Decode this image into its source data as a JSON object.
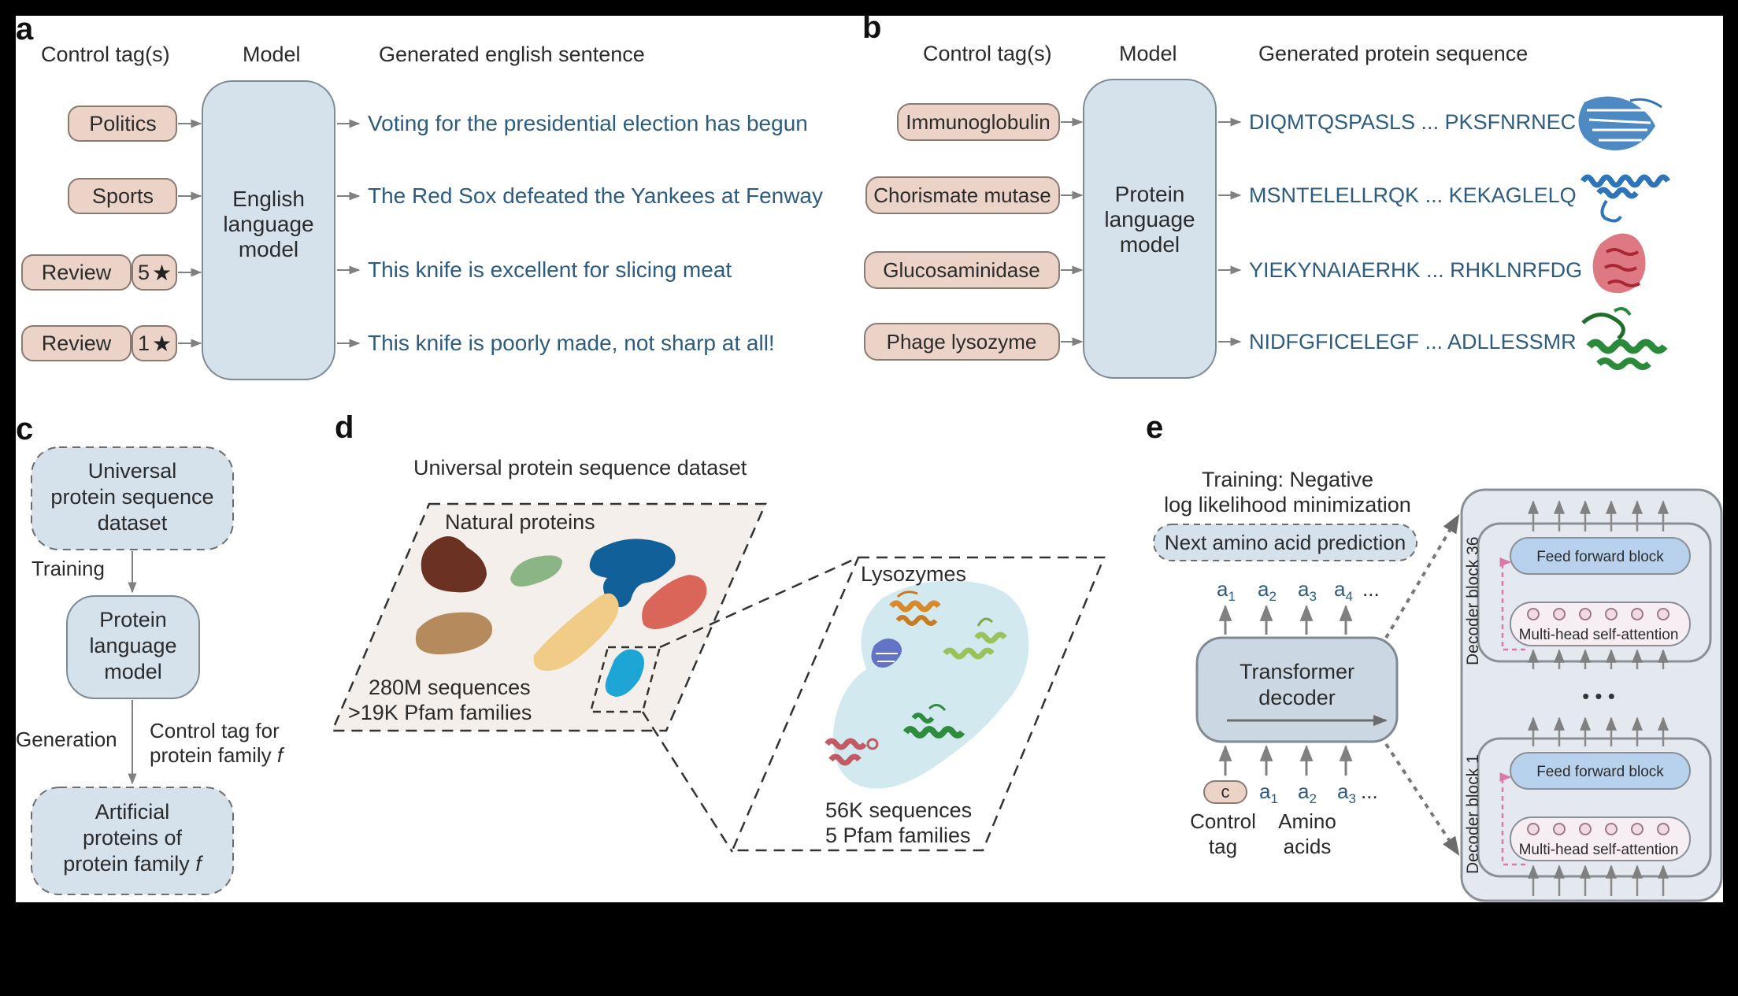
{
  "colors": {
    "panel_bg": "#ffffff",
    "tag_fill": "#ecd3c7",
    "model_fill": "#d5e2ec",
    "text_blue": "#2d5c7f",
    "pink_dash": "#d97aa8"
  },
  "panel_a": {
    "letter": "a",
    "hdr_tags": "Control tag(s)",
    "hdr_model": "Model",
    "hdr_output": "Generated english sentence",
    "model_line1": "English",
    "model_line2": "language",
    "model_line3": "model",
    "rows": [
      {
        "tag": "Politics",
        "rating": "",
        "output": "Voting for the presidential election has begun"
      },
      {
        "tag": "Sports",
        "rating": "",
        "output": "The Red Sox defeated the Yankees at Fenway"
      },
      {
        "tag": "Review",
        "rating": "5",
        "output": "This knife is excellent for slicing meat"
      },
      {
        "tag": "Review",
        "rating": "1",
        "output": "This knife is poorly made, not sharp at all!"
      }
    ]
  },
  "panel_b": {
    "letter": "b",
    "hdr_tags": "Control tag(s)",
    "hdr_model": "Model",
    "hdr_output": "Generated protein sequence",
    "model_line1": "Protein",
    "model_line2": "language",
    "model_line3": "model",
    "rows": [
      {
        "tag": "Immunoglobulin",
        "output": "DIQMTQSPASLS ... PKSFNRNEC",
        "structure_icon": "blue-sheet-structure-icon"
      },
      {
        "tag": "Chorismate mutase",
        "output": "MSNTELELLRQK ... KEKAGLELQ",
        "structure_icon": "blue-helix-structure-icon"
      },
      {
        "tag": "Glucosaminidase",
        "output": "YIEKYNAIAERHK ... RHKLNRFDG",
        "structure_icon": "red-structure-icon"
      },
      {
        "tag": "Phage lysozyme",
        "output": "NIDFGFICELEGF ... ADLLESSMR",
        "structure_icon": "green-structure-icon"
      }
    ]
  },
  "panel_c": {
    "letter": "c",
    "box1": [
      "Universal",
      "protein sequence",
      "dataset"
    ],
    "training": "Training",
    "box2": [
      "Protein",
      "language",
      "model"
    ],
    "generation": "Generation",
    "control_line1": "Control tag for",
    "control_line2": "protein family ",
    "control_f": "f",
    "box3_line1": "Artificial",
    "box3_line2": "proteins of",
    "box3_line3": "protein family ",
    "box3_f": "f"
  },
  "panel_d": {
    "letter": "d",
    "title": "Universal protein sequence dataset",
    "natural": "Natural proteins",
    "seq_line1": "280M sequences",
    "seq_line2": ">19K Pfam families",
    "lysozymes": "Lysozymes",
    "lys_line1": "56K sequences",
    "lys_line2": "5 Pfam families"
  },
  "panel_e": {
    "letter": "e",
    "training_line1": "Training: Negative",
    "training_line2": "log likelihood minimization",
    "next_pred": "Next amino acid prediction",
    "out_tokens": [
      "a",
      "a",
      "a",
      "a"
    ],
    "out_subs": [
      "1",
      "2",
      "3",
      "4"
    ],
    "ellipsis": "...",
    "transformer_line1": "Transformer",
    "transformer_line2": "decoder",
    "control_token": "c",
    "in_tokens": [
      "a",
      "a",
      "a"
    ],
    "in_subs": [
      "1",
      "2",
      "3"
    ],
    "control_label1": "Control",
    "control_label2": "tag",
    "amino_label1": "Amino",
    "amino_label2": "acids",
    "block_top_label": "Decoder block 36",
    "block_bottom_label": "Decoder block 1",
    "ff_block": "Feed forward block",
    "mhsa": "Multi-head self-attention",
    "dots": "• • •"
  }
}
